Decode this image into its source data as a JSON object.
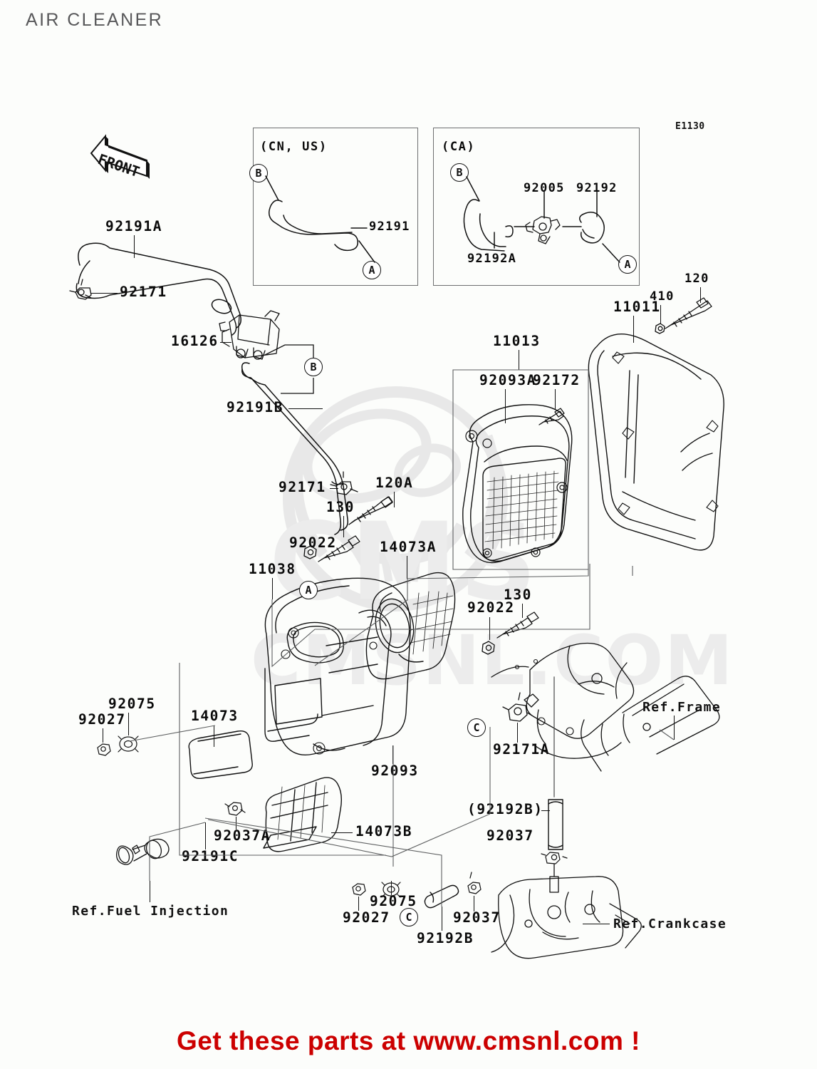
{
  "header": {
    "title": "AIR CLEANER"
  },
  "diagram": {
    "code": "E1130",
    "front_marker": "FRONT"
  },
  "insets": [
    {
      "market": "(CN, US)",
      "bubbles": [
        "B",
        "A"
      ],
      "parts": [
        "92191"
      ]
    },
    {
      "market": "(CA)",
      "bubbles": [
        "B",
        "A"
      ],
      "parts": [
        "92005",
        "92192",
        "92192A"
      ]
    }
  ],
  "labels": {
    "l_92191a": "92191A",
    "l_92171_top": "92171",
    "l_16126": "16126",
    "l_92191b": "92191B",
    "l_92171_mid": "92171",
    "l_120a": "120A",
    "l_130_a": "130",
    "l_92022_a": "92022",
    "l_11038": "11038",
    "l_14073a": "14073A",
    "l_11013": "11013",
    "l_92093a": "92093A",
    "l_92172": "92172",
    "l_11011": "11011",
    "l_410": "410",
    "l_120": "120",
    "l_92022_b": "92022",
    "l_130_b": "130",
    "l_92093": "92093",
    "l_92075_top": "92075",
    "l_92027_top": "92027",
    "l_14073": "14073",
    "l_92037a": "92037A",
    "l_92191c": "92191C",
    "l_14073b": "14073B",
    "l_92171a": "92171A",
    "l_92192b_paren": "(92192B)",
    "l_92037_right": "92037",
    "l_92027_bot": "92027",
    "l_92075_bot": "92075",
    "l_92192b": "92192B",
    "l_92037_bot": "92037",
    "ref_frame": "Ref.Frame",
    "ref_crankcase": "Ref.Crankcase",
    "ref_fuel_injection": "Ref.Fuel  Injection"
  },
  "bubbles": {
    "b_main_b1": "B",
    "b_main_a": "A",
    "b_main_c1": "C",
    "b_main_c2": "C"
  },
  "banner": {
    "text": "Get these parts at www.cmsnl.com !"
  },
  "colors": {
    "title": "#58585a",
    "line": "#111111",
    "inset_border": "#6d6f70",
    "banner": "#cc0000",
    "watermark": "#e9e9e9"
  }
}
